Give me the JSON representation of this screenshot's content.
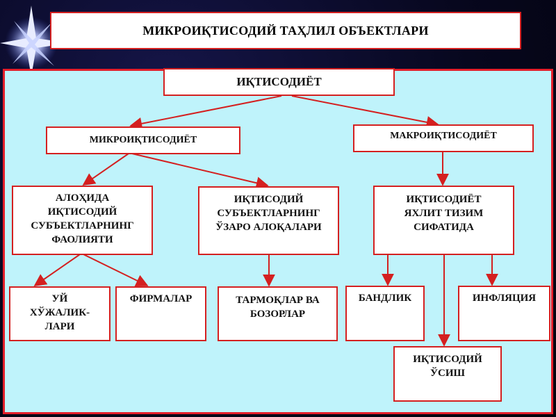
{
  "title": "МИКРОИҚТИСОДИЙ ТАҲЛИЛ ОБЪЕКТЛАРИ",
  "nodes": {
    "economy": "ИҚТИСОДИЁТ",
    "micro": "МИКРОИҚТИСОДИЁТ",
    "macro": "МАКРОИҚТИСОДИЁТ",
    "individual": "АЛОҲИДА\nИҚТИСОДИЙ\nСУБЪЕКТЛАРНИНГ\nФАОЛИЯТИ",
    "interrelations": "ИҚТИСОДИЙ\nСУБЪЕКТЛАРНИНГ\nЎЗАРО АЛОҚАЛАРИ",
    "whole_system": "ИҚТИСОДИЁТ\nЯХЛИТ ТИЗИМ\nСИФАТИДА",
    "households": "УЙ\nХЎЖАЛИК-\nЛАРИ",
    "firms": "ФИРМАЛАР",
    "markets": "ТАРМОҚЛАР  ВА\nБОЗОРЛАР",
    "employment": "БАНДЛИК",
    "inflation": "ИНФЛЯЦИЯ",
    "growth": "ИҚТИСОДИЙ\nЎСИШ"
  },
  "colors": {
    "border": "#d42020",
    "panel_bg": "#bff3fb",
    "arrow": "#d42020"
  }
}
